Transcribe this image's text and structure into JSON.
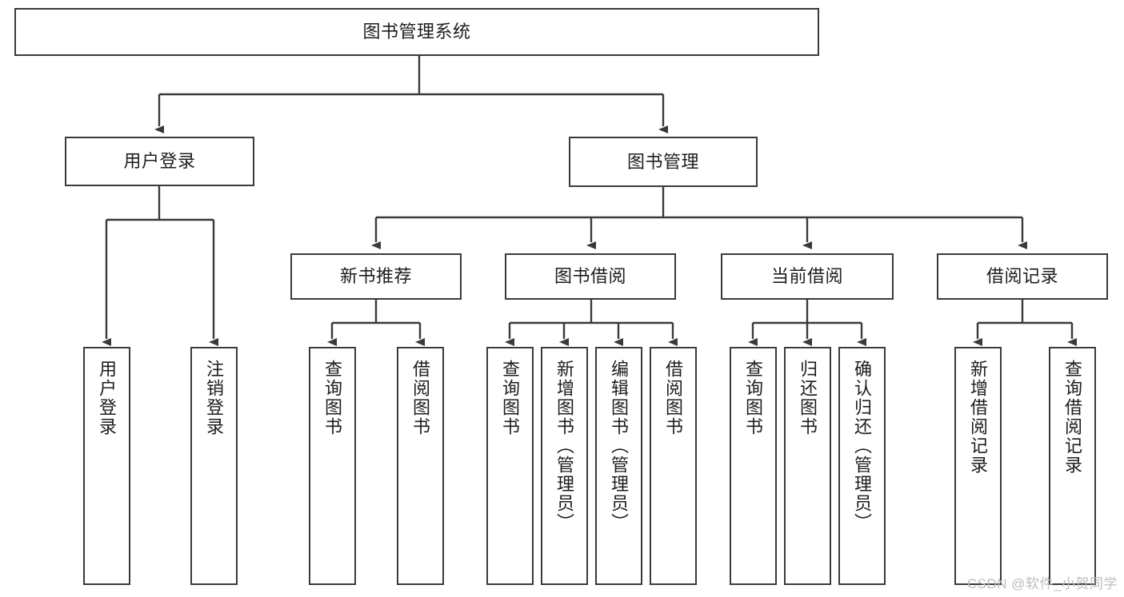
{
  "diagram": {
    "title": "图书管理系统",
    "type": "tree-hierarchy-chart",
    "root": {
      "label": "图书管理系统"
    },
    "level2": [
      {
        "label": "用户登录"
      },
      {
        "label": "图书管理"
      }
    ],
    "level3": [
      {
        "label": "新书推荐"
      },
      {
        "label": "图书借阅"
      },
      {
        "label": "当前借阅"
      },
      {
        "label": "借阅记录"
      }
    ],
    "leaves": {
      "user_login": [
        {
          "label": "用户登录"
        },
        {
          "label": "注销登录"
        }
      ],
      "new_book_recommend": [
        {
          "label": "查询图书"
        },
        {
          "label": "借阅图书"
        }
      ],
      "book_borrow": [
        {
          "label": "查询图书"
        },
        {
          "label": "新增图书（管理员）"
        },
        {
          "label": "编辑图书（管理员）"
        },
        {
          "label": "借阅图书"
        }
      ],
      "current_borrow": [
        {
          "label": "查询图书"
        },
        {
          "label": "归还图书"
        },
        {
          "label": "确认归还（管理员）"
        }
      ],
      "borrow_record": [
        {
          "label": "新增借阅记录"
        },
        {
          "label": "查询借阅记录"
        }
      ]
    }
  },
  "watermark": {
    "text": "CSDN @软件_小贺同学"
  },
  "colors": {
    "border": "#3a3a3a",
    "text": "#1d1d1d",
    "background": "#ffffff",
    "watermark": "#bdbdbd"
  }
}
